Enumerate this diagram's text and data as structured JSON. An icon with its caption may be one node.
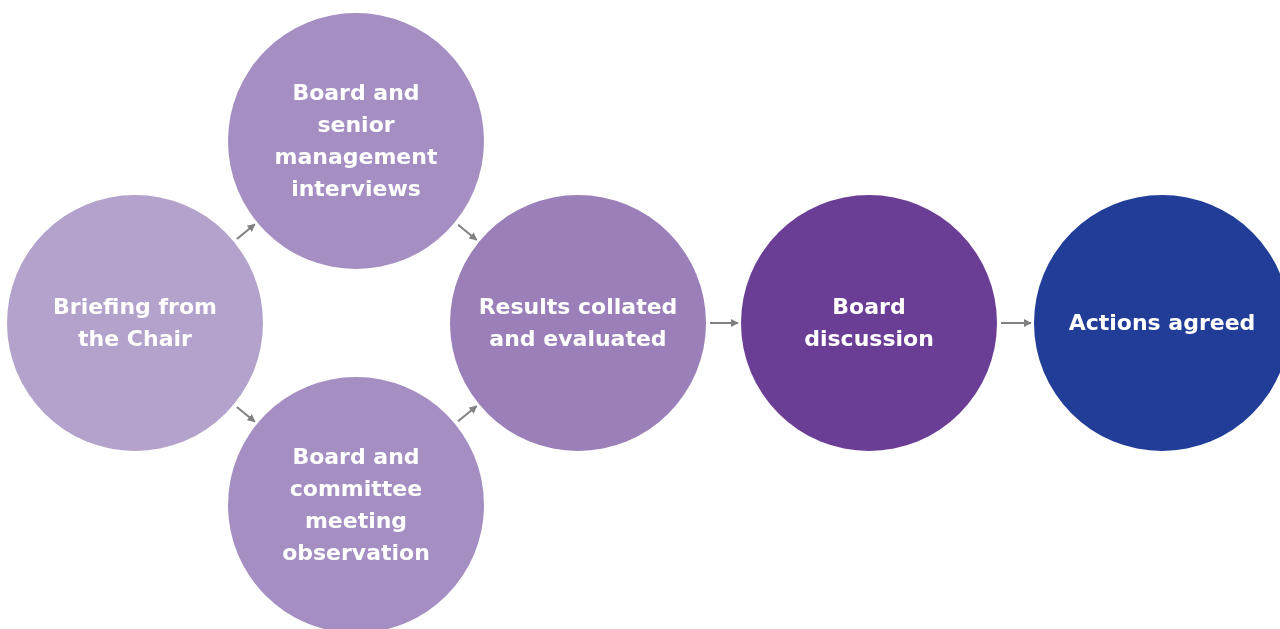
{
  "diagram": {
    "nodes": [
      {
        "text": [
          "Briefing from the Chair"
        ]
      },
      {
        "text": [
          "Board and senior management interviews"
        ]
      },
      {
        "text": [
          "Board and committee meeting observation"
        ]
      },
      {
        "text": [
          "Results collated and evaluated"
        ]
      },
      {
        "text": [
          "Board discussion"
        ]
      },
      {
        "text": [
          "Actions agreed"
        ]
      }
    ],
    "edges": [
      {
        "from": 0,
        "to": 1,
        "arrow": "to"
      },
      {
        "from": 0,
        "to": 2,
        "arrow": "to"
      },
      {
        "from": 1,
        "to": 3,
        "arrow": "to"
      },
      {
        "from": 2,
        "to": 3,
        "arrow": "to"
      },
      {
        "from": 3,
        "to": 4,
        "arrow": "to"
      },
      {
        "from": 4,
        "to": 5,
        "arrow": "to"
      }
    ]
  }
}
